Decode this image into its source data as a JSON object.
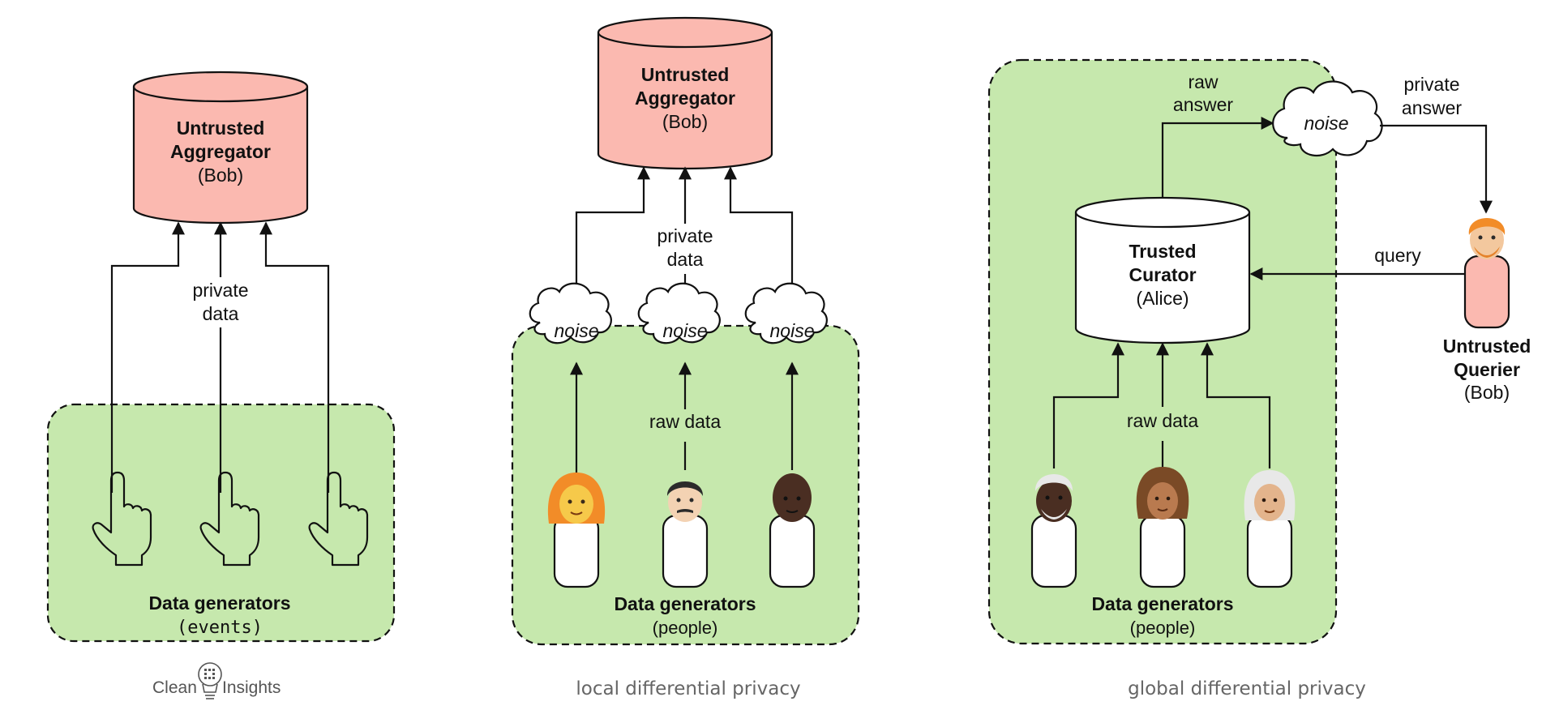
{
  "panel_left": {
    "aggregator": {
      "line1": "Untrusted",
      "line2": "Aggregator",
      "line3": "(Bob)"
    },
    "arrow_label": {
      "line1": "private",
      "line2": "data"
    },
    "generators": {
      "title": "Data generators",
      "subtitle": "(events)"
    },
    "icons": [
      "pointing-hand-icon",
      "pointing-hand-icon",
      "pointing-hand-icon"
    ]
  },
  "panel_middle": {
    "aggregator": {
      "line1": "Untrusted",
      "line2": "Aggregator",
      "line3": "(Bob)"
    },
    "arrow_label": {
      "line1": "private",
      "line2": "data"
    },
    "noise": [
      "noise",
      "noise",
      "noise"
    ],
    "raw_label": "raw data",
    "generators": {
      "title": "Data generators",
      "subtitle": "(people)"
    },
    "caption": "local differential privacy"
  },
  "panel_right": {
    "curator": {
      "line1": "Trusted",
      "line2": "Curator",
      "line3": "(Alice)"
    },
    "raw_answer": {
      "line1": "raw",
      "line2": "answer"
    },
    "noise": "noise",
    "private_answer": {
      "line1": "private",
      "line2": "answer"
    },
    "query": "query",
    "querier": {
      "line1": "Untrusted",
      "line2": "Querier",
      "line3": "(Bob)"
    },
    "raw_label": "raw data",
    "generators": {
      "title": "Data generators",
      "subtitle": "(people)"
    },
    "caption": "global differential privacy"
  },
  "logo": {
    "left": "Clean",
    "right": "Insights"
  },
  "colors": {
    "untrusted_fill": "#fbb9b0",
    "group_fill": "#c6e8ad",
    "stroke": "#111111",
    "hair_red": "#f28c28",
    "skin_light": "#f3d2b3",
    "skin_medium": "#b97a4f",
    "skin_dark": "#4a2e22",
    "hair_brown": "#7a4a26",
    "hair_white": "#e8e8e8"
  }
}
